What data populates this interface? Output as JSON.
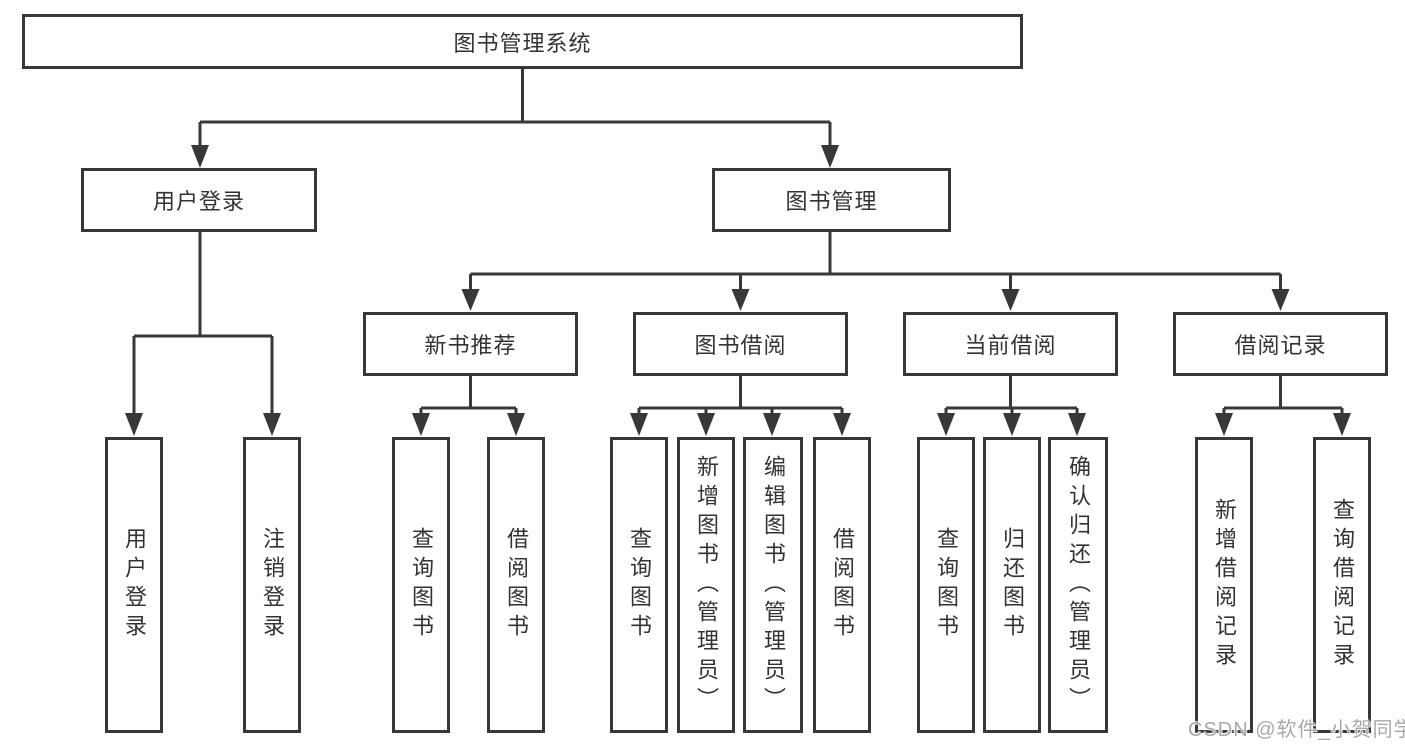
{
  "diagram": {
    "title": "图书管理系统",
    "branches": [
      {
        "label": "用户登录",
        "children": [
          {
            "label": "用户登录"
          },
          {
            "label": "注销登录"
          }
        ]
      },
      {
        "label": "图书管理",
        "children": [
          {
            "label": "新书推荐",
            "children": [
              {
                "label": "查询图书"
              },
              {
                "label": "借阅图书"
              }
            ]
          },
          {
            "label": "图书借阅",
            "children": [
              {
                "label": "查询图书"
              },
              {
                "label": "新增图书（管理员）"
              },
              {
                "label": "编辑图书（管理员）"
              },
              {
                "label": "借阅图书"
              }
            ]
          },
          {
            "label": "当前借阅",
            "children": [
              {
                "label": "查询图书"
              },
              {
                "label": "归还图书"
              },
              {
                "label": "确认归还（管理员）"
              }
            ]
          },
          {
            "label": "借阅记录",
            "children": [
              {
                "label": "新增借阅记录"
              },
              {
                "label": "查询借阅记录"
              }
            ]
          }
        ]
      }
    ]
  },
  "watermark": "CSDN @软件_小贺同学",
  "colors": {
    "line": "#383838",
    "box_border": "#383838",
    "box_background": "#ffffff",
    "text": "#333333",
    "watermark_text": "#a8a8a8",
    "page_background": "#ffffff"
  }
}
